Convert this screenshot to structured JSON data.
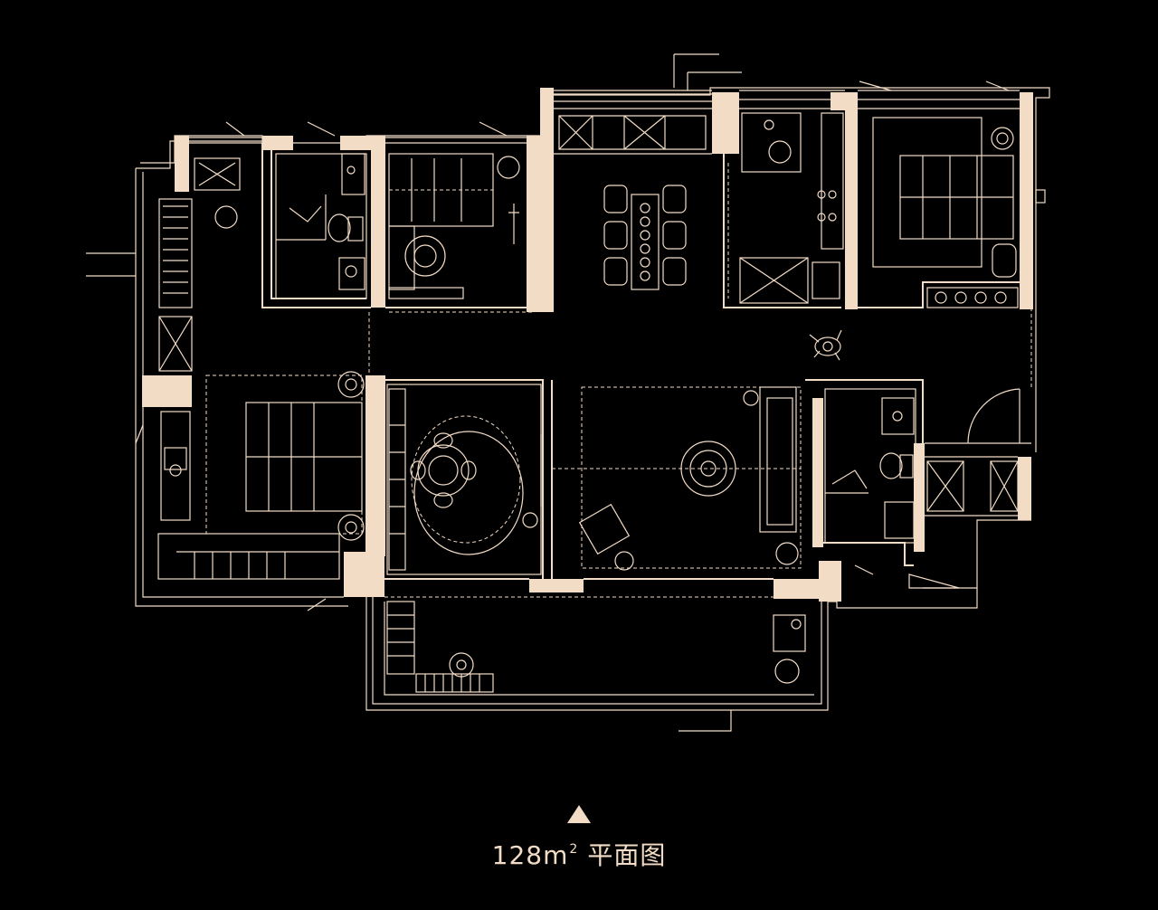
{
  "colors": {
    "background": "#000000",
    "line": "#f3dcc6",
    "wall_fill": "#f3dcc6"
  },
  "caption": {
    "area_value": "128m",
    "area_superscript": "2",
    "title": "平面图"
  },
  "marker_icon": "triangle-up-icon"
}
